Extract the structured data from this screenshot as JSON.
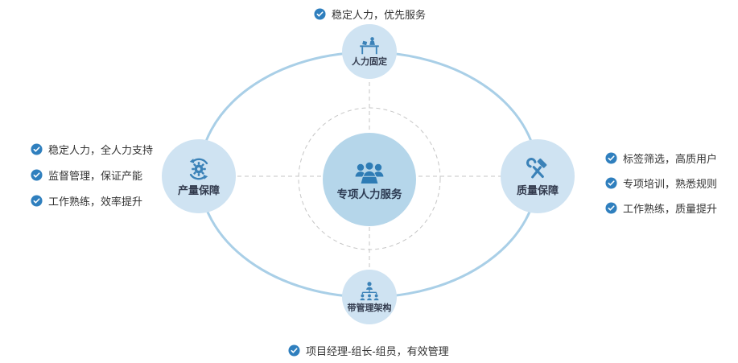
{
  "center": {
    "label": "专项人力服务"
  },
  "nodes": {
    "top": {
      "label": "人力固定"
    },
    "left": {
      "label": "产量保障"
    },
    "right": {
      "label": "质量保障"
    },
    "bottom": {
      "label": "带管理架构"
    }
  },
  "annotations": {
    "top": {
      "text": "稳定人力，优先服务"
    },
    "bottom": {
      "text": "项目经理-组长-组员，有效管理"
    },
    "left": [
      {
        "text": "稳定人力，全人力支持"
      },
      {
        "text": "监督管理，保证产能"
      },
      {
        "text": "工作熟练，效率提升"
      }
    ],
    "right": [
      {
        "text": "标签筛选，高质用户"
      },
      {
        "text": "专项培训，熟悉规则"
      },
      {
        "text": "工作熟练，质量提升"
      }
    ]
  },
  "icons": {
    "top": "desk-person-icon",
    "left": "gear-sync-icon",
    "right": "tools-icon",
    "bottom": "org-structure-icon",
    "center": "team-podium-icon",
    "bullet": "check-icon"
  },
  "colors": {
    "accent_blue": "#3b82b8",
    "node_fill": "#cfe3f2",
    "center_fill": "#b5d6ea",
    "center_icon_blue": "#2e7cb5",
    "orbit_stroke": "#a9cfe7",
    "dashed_gray": "#c6c6c6",
    "check_blue": "#2f7fbe",
    "text_dark": "#333333"
  }
}
